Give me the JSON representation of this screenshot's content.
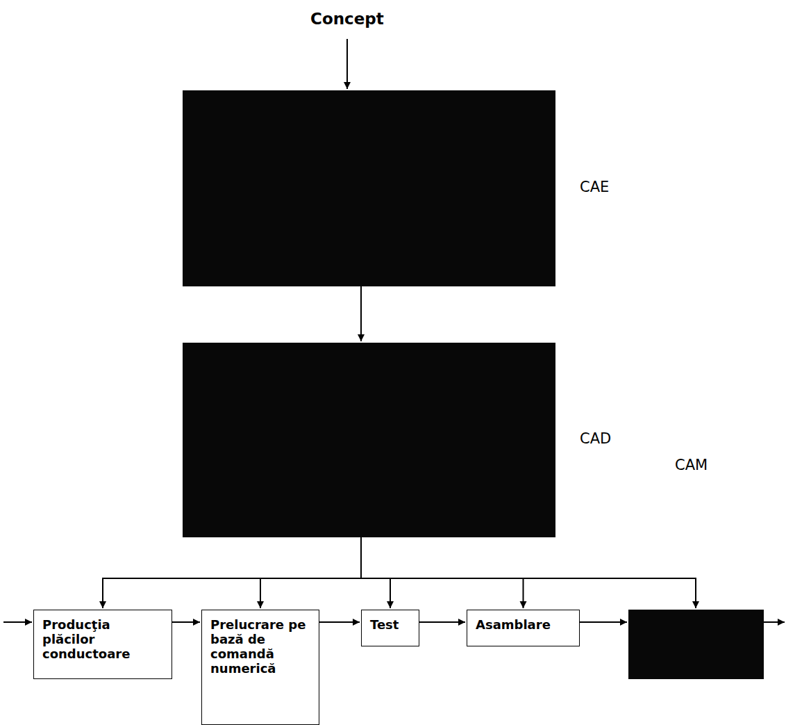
{
  "diagram": {
    "nodes": [
      {
        "text": [
          "CAE"
        ]
      },
      {
        "text": [
          "CAD"
        ]
      },
      {
        "text": [
          "Producţia plăcilor conductoare"
        ]
      },
      {
        "text": [
          "Prelucrare pe bază de comandă numerică"
        ]
      },
      {
        "text": [
          "Test"
        ]
      },
      {
        "text": [
          "Asamblare"
        ]
      }
    ],
    "edges": [
      {
        "from": 0,
        "to": 1,
        "arrow": "to"
      },
      {
        "from": 1,
        "to": 2,
        "arrow": "to"
      },
      {
        "from": 1,
        "to": 3,
        "arrow": "to"
      },
      {
        "from": 1,
        "to": 4,
        "arrow": "to"
      },
      {
        "from": 1,
        "to": 5,
        "arrow": "to"
      },
      {
        "from": 2,
        "to": 3,
        "arrow": "to"
      },
      {
        "from": 3,
        "to": 4,
        "arrow": "to"
      },
      {
        "from": 4,
        "to": 5,
        "arrow": "to"
      }
    ],
    "labels": [
      "Concept",
      "CAM"
    ]
  }
}
